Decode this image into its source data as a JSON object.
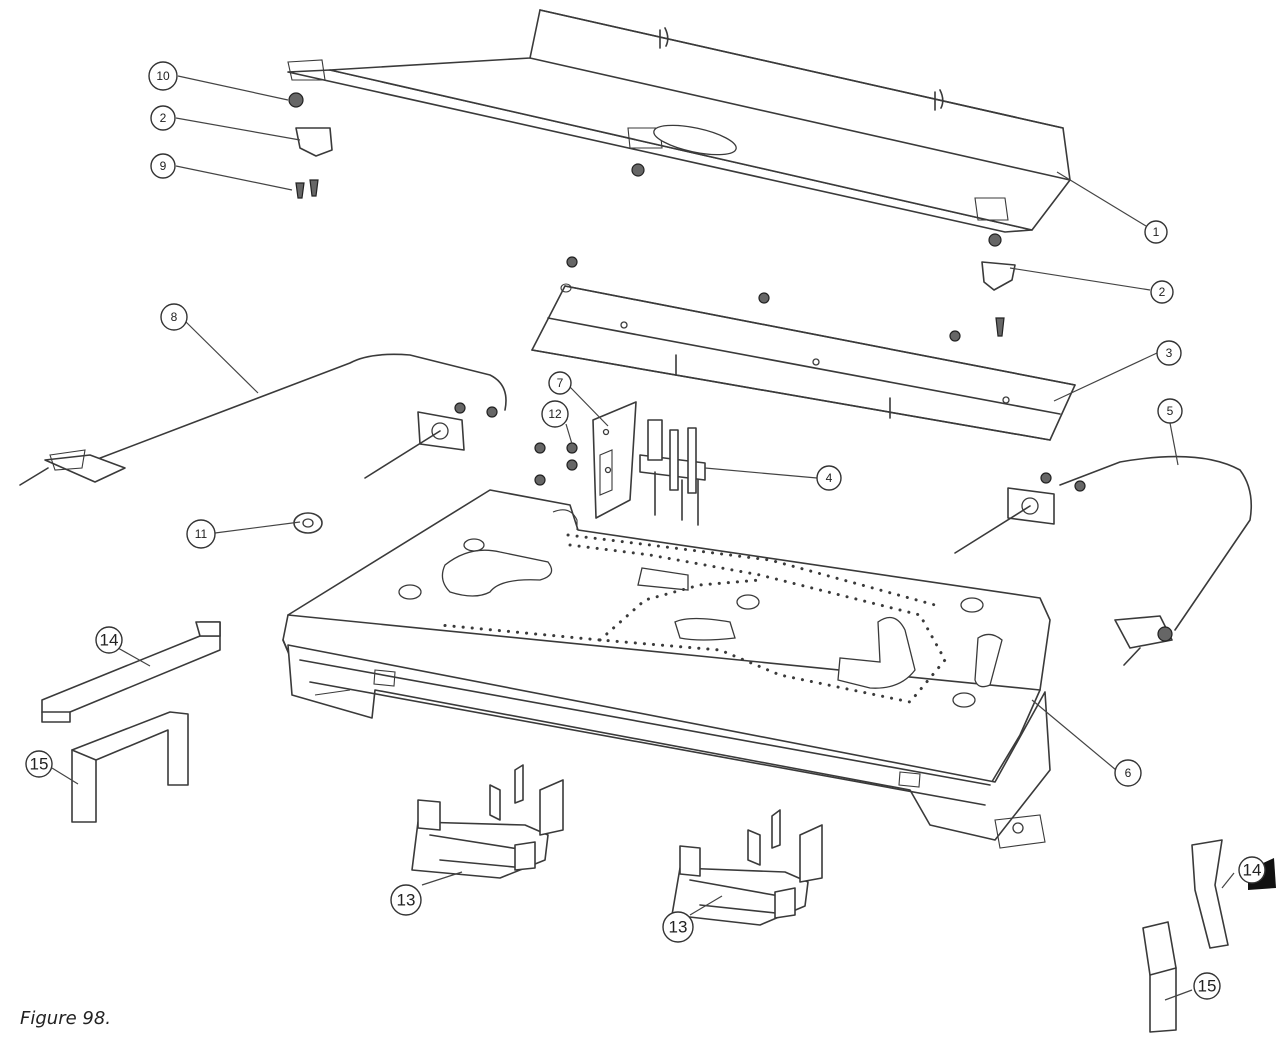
{
  "figure": {
    "caption": "Figure 98."
  },
  "callouts": [
    {
      "id": "c1",
      "label": "1"
    },
    {
      "id": "c2a",
      "label": "2"
    },
    {
      "id": "c2b",
      "label": "2"
    },
    {
      "id": "c3",
      "label": "3"
    },
    {
      "id": "c4",
      "label": "4"
    },
    {
      "id": "c5",
      "label": "5"
    },
    {
      "id": "c6",
      "label": "6"
    },
    {
      "id": "c7",
      "label": "7"
    },
    {
      "id": "c8",
      "label": "8"
    },
    {
      "id": "c9",
      "label": "9"
    },
    {
      "id": "c10",
      "label": "10"
    },
    {
      "id": "c11",
      "label": "11"
    },
    {
      "id": "c12",
      "label": "12"
    },
    {
      "id": "c13a",
      "label": "13"
    },
    {
      "id": "c13b",
      "label": "13"
    },
    {
      "id": "c14a",
      "label": "14"
    },
    {
      "id": "c14b",
      "label": "14"
    },
    {
      "id": "c15a",
      "label": "15"
    },
    {
      "id": "c15b",
      "label": "15"
    }
  ]
}
